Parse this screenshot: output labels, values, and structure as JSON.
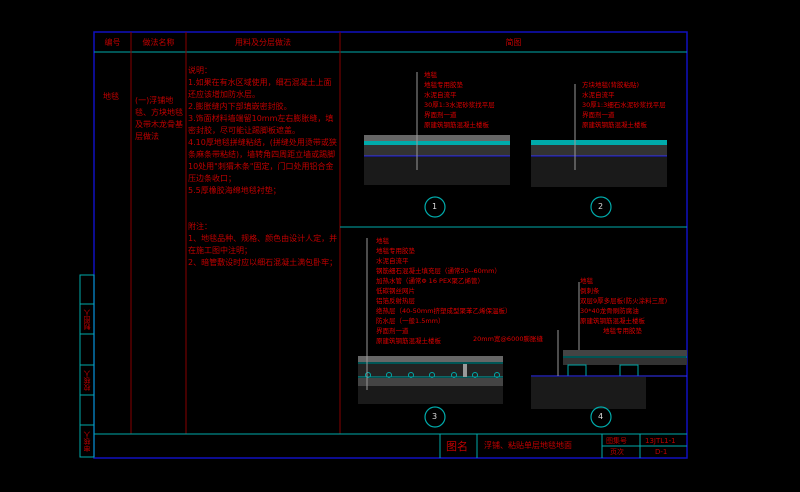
{
  "header": {
    "col1": "编号",
    "col2": "做法名称",
    "col3": "用料及分层做法",
    "col4": "简图"
  },
  "row": {
    "code": "地毯",
    "name": "(一)浮铺地毯、方块地毯及带木龙骨基层做法",
    "notes": "说明：\n1.如果在有水区域使用，细石混凝土上面还应该增加防水层。\n2.膨胀缝内下部填嵌密封胶。\n3.饰面材料墙端留10mm左右膨胀缝，填密封胶，尽可能让踢脚板遮盖。\n4.10厚地毯拼缝粘结，(拼缝处用烫带或狭条麻条带粘结)，墙转角四周距立墙或踢脚10处用\"刺猬木条\"固定，门口处用铝合金压边条收口；\n5.5厚橡胶海绵地毯衬垫；\n\n\n附注：\n1、地毯品种、规格、颜色由设计人定，并在施工图中注明；\n2、暗管敷设时应以细石混凝土满包卧牢；"
  },
  "details": [
    {
      "num": "1",
      "labels": [
        "地毯",
        "地毯专用胶垫",
        "水泥自流平",
        "30厚1:3水泥砂浆找平层",
        "界面剂一道",
        "原建筑钢筋混凝土楼板"
      ]
    },
    {
      "num": "2",
      "labels": [
        "方块地毯(背胶粘贴)",
        "水泥自流平",
        "30厚1:3细石水泥砂浆找平层",
        "界面剂一道",
        "原建筑钢筋混凝土楼板"
      ]
    },
    {
      "num": "3",
      "labels": [
        "地毯",
        "地毯专用胶垫",
        "水泥自流平",
        "钢筋细石混凝土填充层（通常50--60mm）",
        "加热水管（通常Φ 16 PEX聚乙烯管）",
        "低碳钢丝网片",
        "铝箔反射热层",
        "绝热层（40-50mm挤塑成型聚苯乙烯保温板）",
        "防水层（一般1.5mm）",
        "界面剂一道",
        "原建筑钢筋混凝土楼板"
      ],
      "extra": "20mm宽@6000膨胀缝"
    },
    {
      "num": "4",
      "labels": [
        "地毯",
        "倒刺条",
        "双层9厚多层板(防火涂料三度)",
        "30*40龙骨刷防腐油",
        "原建筑钢筋混凝土楼板"
      ],
      "extra": "地毯专用胶垫"
    }
  ],
  "title_block": {
    "name_label": "图名",
    "name": "浮铺、粘贴单层地毯地面",
    "atlas_label": "图集号",
    "atlas": "13JTL1-1",
    "page_label": "页次",
    "page": "D-1"
  },
  "side": [
    "制图人",
    "校核人",
    "审核人"
  ]
}
